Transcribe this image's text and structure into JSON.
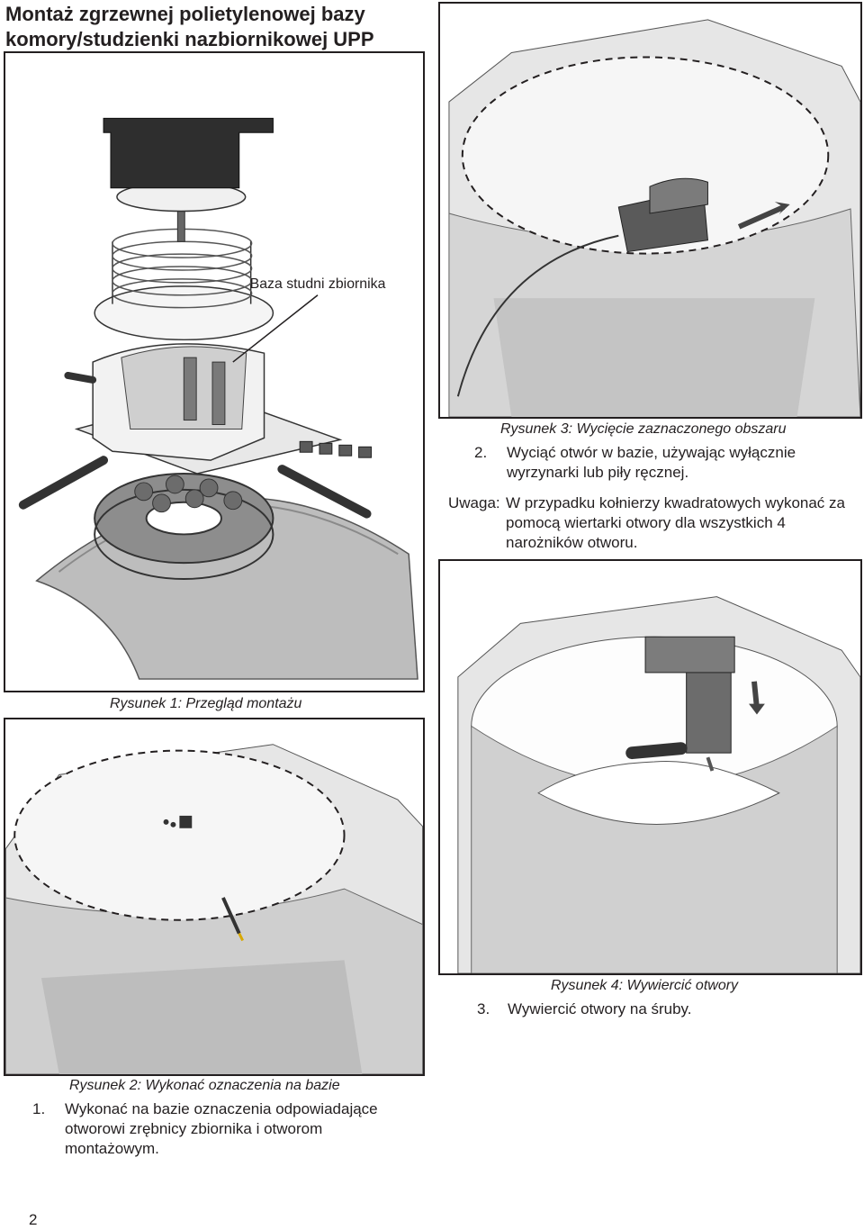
{
  "page": {
    "title": "Montaż zgrzewnej polietylenowej bazy komory/studzienki nazbiornikowej UPP",
    "page_number": "2"
  },
  "figures": {
    "fig1": {
      "caption": "Rysunek 1: Przegląd montażu",
      "label": "Baza studni zbiornika"
    },
    "fig2": {
      "caption": "Rysunek 2: Wykonać oznaczenia na bazie"
    },
    "fig3": {
      "caption": "Rysunek 3: Wycięcie zaznaczonego obszaru"
    },
    "fig4": {
      "caption": "Rysunek 4: Wywiercić otwory"
    }
  },
  "steps": [
    {
      "number": "1.",
      "text": "Wykonać na bazie oznaczenia odpowiadające otworowi zrębnicy zbiornika i otworom montażowym."
    },
    {
      "number": "2.",
      "text": "Wyciąć otwór w bazie, używając wyłącznie wyrzynarki lub piły ręcznej."
    },
    {
      "number": "3.",
      "text": "Wywiercić otwory na śruby."
    }
  ],
  "note": {
    "prefix": "Uwaga:",
    "text": "W przypadku kołnierzy kwadratowych wykonać za pomocą wiertarki otwory dla wszystkich 4 narożników otworu."
  }
}
